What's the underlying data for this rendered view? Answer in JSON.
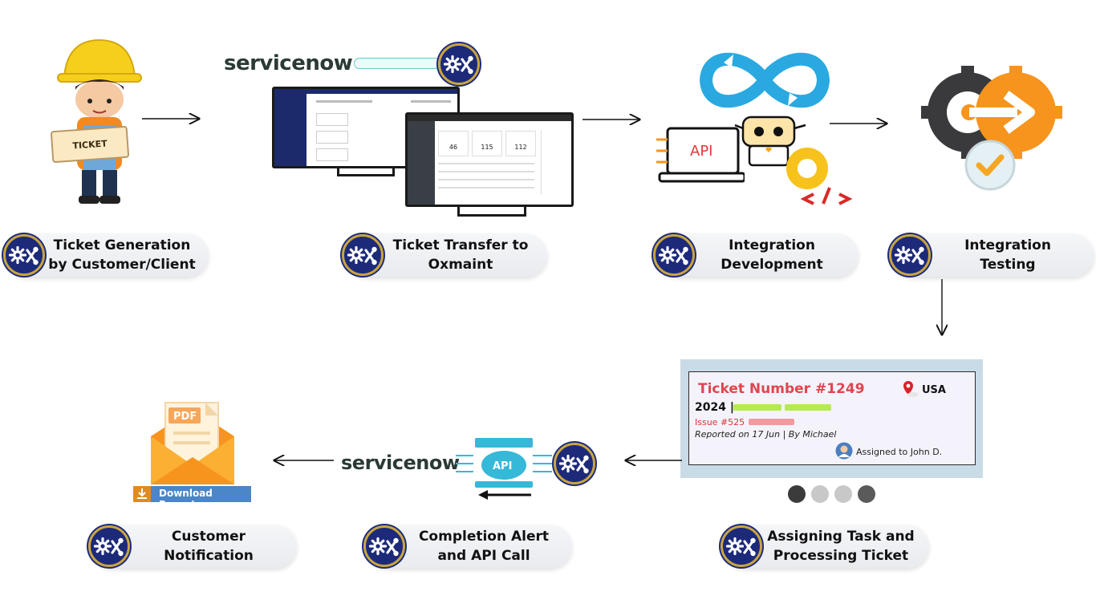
{
  "steps": {
    "s1": {
      "line1": "Ticket Generation",
      "line2": "by Customer/Client"
    },
    "s2": {
      "line1": "Ticket Transfer to",
      "line2": "Oxmaint"
    },
    "s3": {
      "line1": "Integration",
      "line2": "Development"
    },
    "s4": {
      "line1": "Integration",
      "line2": "Testing"
    },
    "s5": {
      "line1": "Assigning Task and",
      "line2": "Processing Ticket"
    },
    "s6": {
      "line1": "Completion Alert",
      "line2": "and API Call"
    },
    "s7": {
      "line1": "Customer",
      "line2": "Notification"
    }
  },
  "illustrations": {
    "ticket_stub_label": "TICKET",
    "servicenow_wordmark": "servicenow",
    "api_label": "API",
    "pdf_label": "PDF",
    "download_button": "Download Report",
    "monitor_values": [
      "46",
      "115",
      "112"
    ]
  },
  "ticket_card": {
    "number": "Ticket Number #1249",
    "location": "USA",
    "year": "2024 |",
    "issue": "Issue #525",
    "reported": "Reported on 17 Jun | By Michael",
    "assigned": "Assigned to John D."
  },
  "colors": {
    "badge_navy": "#1d2a7a",
    "badge_gold": "#c9a640",
    "ticket_red": "#e0454e",
    "devops_blue": "#29a9e0",
    "gear_orange": "#f7941d",
    "gear_dark": "#3a3a3c",
    "check_orange": "#f5a623"
  },
  "icons": [
    "gear-wrench-icon",
    "arrow-right-icon",
    "arrow-left-icon",
    "arrow-down-icon",
    "location-pin-icon",
    "avatar-icon",
    "download-icon",
    "infinity-icon",
    "robot-icon",
    "code-icon",
    "check-icon",
    "envelope-icon"
  ]
}
